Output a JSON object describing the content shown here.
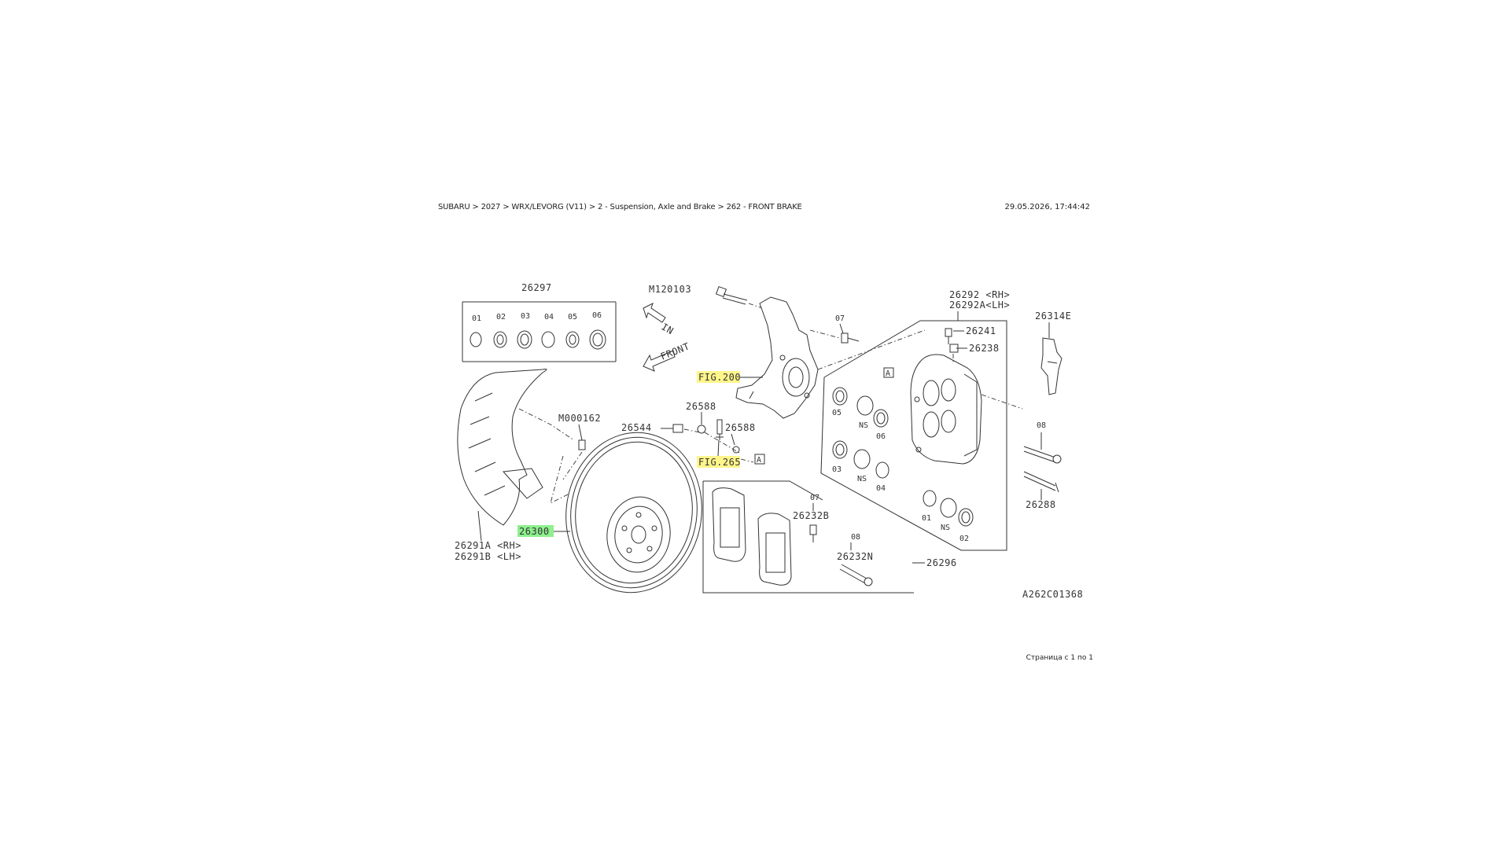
{
  "header": {
    "breadcrumb": "SUBARU > 2027 > WRX/LEVORG (V11) > 2 - Suspension, Axle and Brake > 262 - FRONT BRAKE",
    "timestamp": "29.05.2026, 17:44:42"
  },
  "footer": {
    "page_info": "Страница с 1 по 1"
  },
  "diagram": {
    "code": "A262C01368",
    "direction_in": "IN",
    "direction_front": "FRONT",
    "highlight_colors": {
      "figure_ref": "#fff58a",
      "selected_part": "#8ef08e"
    },
    "seal_kit": {
      "number": "26297",
      "items": [
        "01",
        "02",
        "03",
        "04",
        "05",
        "06"
      ]
    },
    "parts": {
      "knuckle_bolt": "M120103",
      "backing_plate_rh": "26291A <RH>",
      "backing_plate_lh": "26291B <LH>",
      "backing_bolt": "M000162",
      "disc_rotor": "26300",
      "bleeder_a": "26588",
      "bleeder_b": "26588",
      "bleeder_screw": "26544",
      "fig_ref_200": "FIG.200",
      "fig_ref_265": "FIG.265",
      "caliper_rh": "26292 <RH>",
      "caliper_lh": "26292A<LH>",
      "bleeder_cap": "26241",
      "bleeder_valve": "26238",
      "sensor": "26314E",
      "pin_a": "26288",
      "pad_kit": "26296",
      "pad_bolt": "26232B",
      "pad_pin": "26232N"
    },
    "callouts": {
      "c07_top": "07",
      "c08_pin": "08",
      "c07_pad": "07",
      "c08_pad": "08",
      "p01": "01",
      "p02": "02",
      "p03": "03",
      "p04": "04",
      "p05": "05",
      "p06": "06",
      "ns_a": "NS",
      "ns_b": "NS",
      "ns_c": "NS",
      "box_a1": "A",
      "box_a2": "A"
    }
  }
}
